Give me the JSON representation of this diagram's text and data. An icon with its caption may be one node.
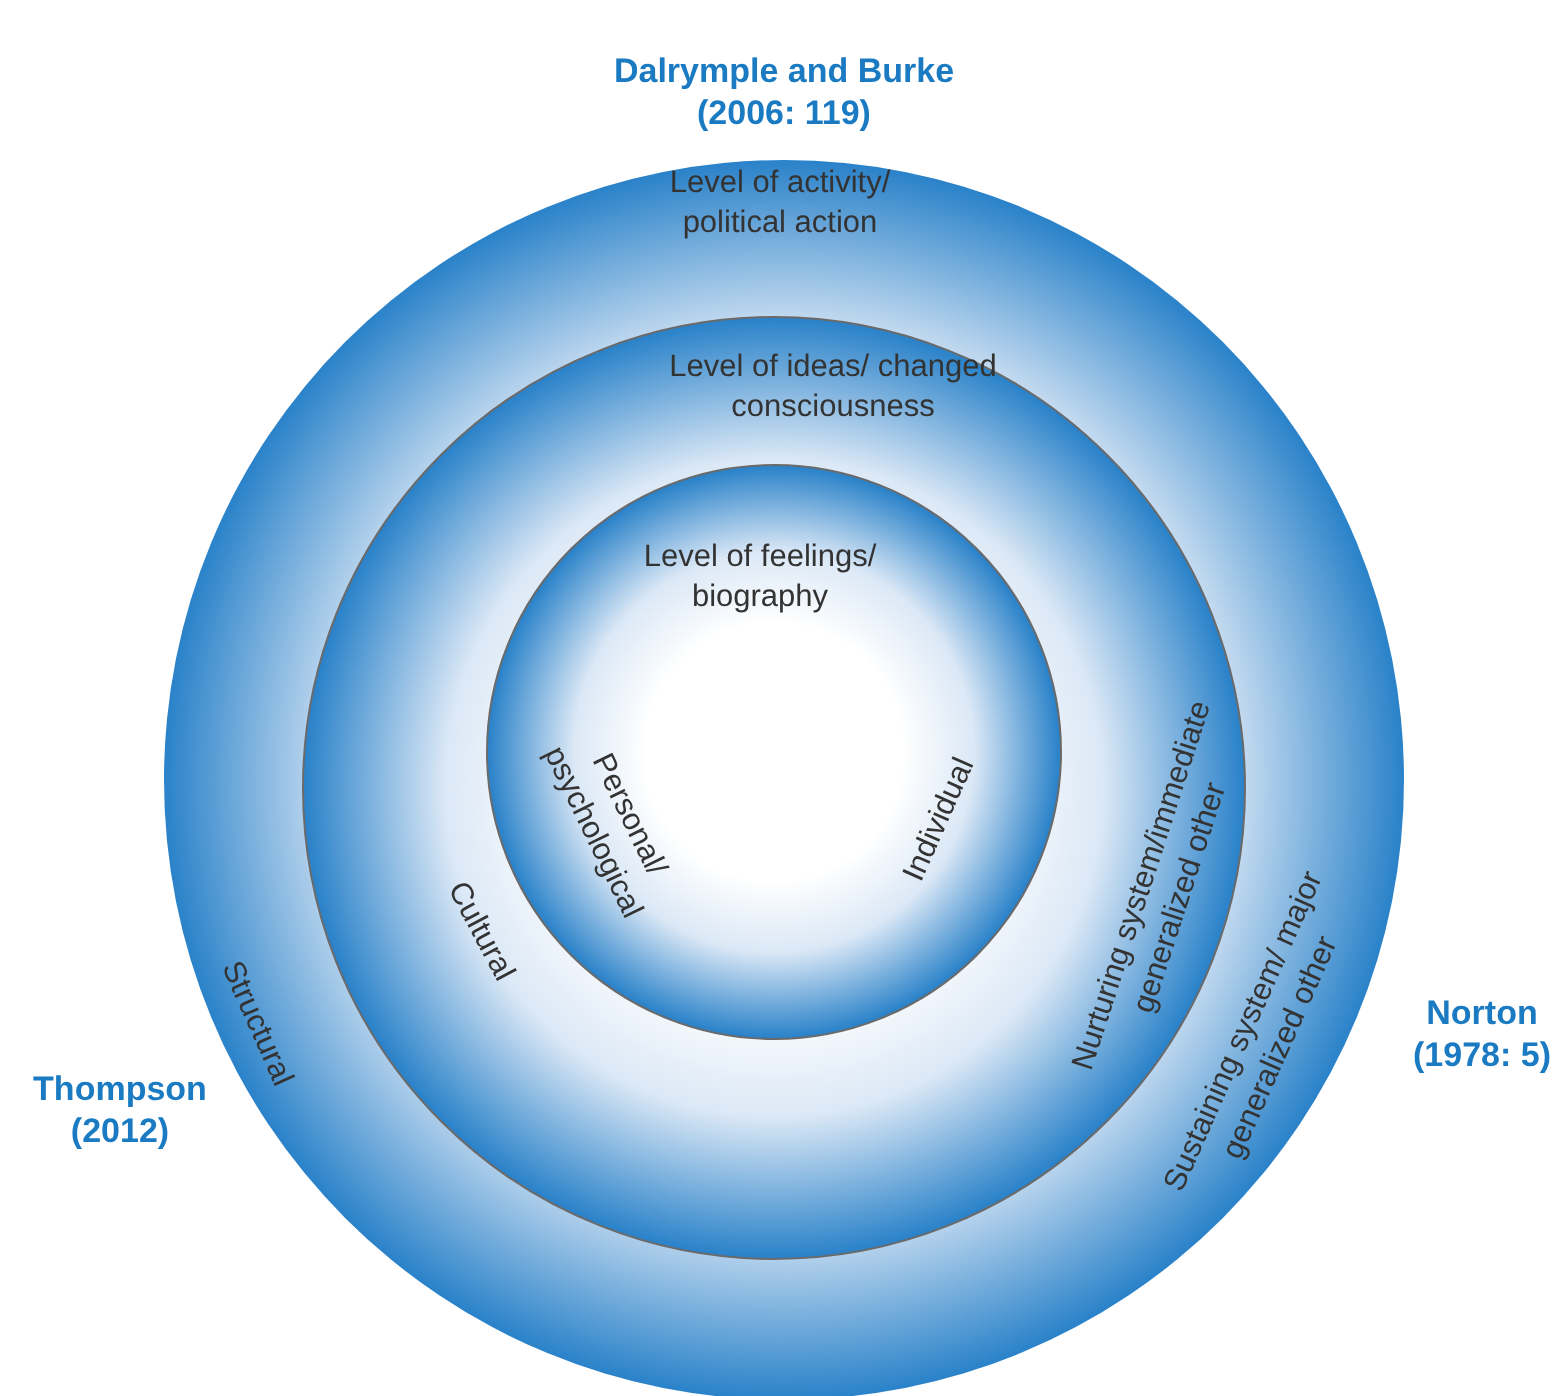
{
  "diagram": {
    "nodes": [
      {
        "text": [
          "Level of activity/ political action",
          "Structural",
          "Sustaining system/ major generalized other"
        ]
      },
      {
        "text": [
          "Level of ideas/ changed consciousness",
          "Cultural",
          "Nurturing system/immediate generalized other"
        ],
        "in": 0
      },
      {
        "text": [
          "Level of feelings/ biography",
          "Personal/ psychological",
          "Individual"
        ],
        "in": 1
      }
    ],
    "labels": [
      "Dalrymple and Burke (2006: 119)",
      "Thompson (2012)",
      "Norton (1978: 5)"
    ]
  }
}
